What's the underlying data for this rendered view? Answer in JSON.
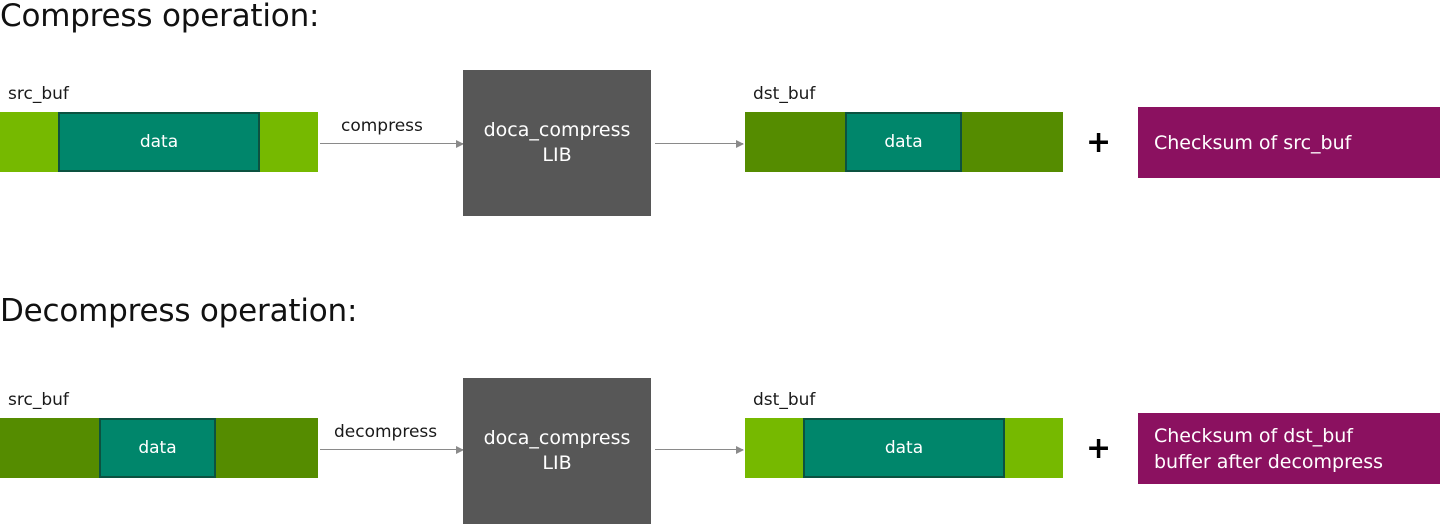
{
  "colors": {
    "green_bright": "#76b900",
    "green_dark": "#558c00",
    "teal": "#00866b",
    "teal_border": "#0c5240",
    "magenta": "#8b1160",
    "gray": "#575757",
    "arrow": "#8a8a8a",
    "background": "#ffffff"
  },
  "sections": [
    {
      "title": "Compress operation:",
      "src": {
        "label": "src_buf",
        "band_color": "green_bright",
        "data_label": "data"
      },
      "arrow_in_label": "compress",
      "lib": {
        "line1": "doca_compress",
        "line2": "LIB",
        "text": "doca_compress\nLIB"
      },
      "dst": {
        "label": "dst_buf",
        "band_color": "green_dark",
        "data_label": "data"
      },
      "plus": "+",
      "checksum": {
        "line1": "Checksum of src_buf",
        "text": "Checksum of src_buf"
      }
    },
    {
      "title": "Decompress operation:",
      "src": {
        "label": "src_buf",
        "band_color": "green_dark",
        "data_label": "data"
      },
      "arrow_in_label": "decompress",
      "lib": {
        "line1": "doca_compress",
        "line2": "LIB",
        "text": "doca_compress\nLIB"
      },
      "dst": {
        "label": "dst_buf",
        "band_color": "green_bright",
        "data_label": "data"
      },
      "plus": "+",
      "checksum": {
        "line1": "Checksum of dst_buf",
        "line2": "buffer after decompress",
        "text": "Checksum of dst_buf\nbuffer after decompress"
      }
    }
  ]
}
